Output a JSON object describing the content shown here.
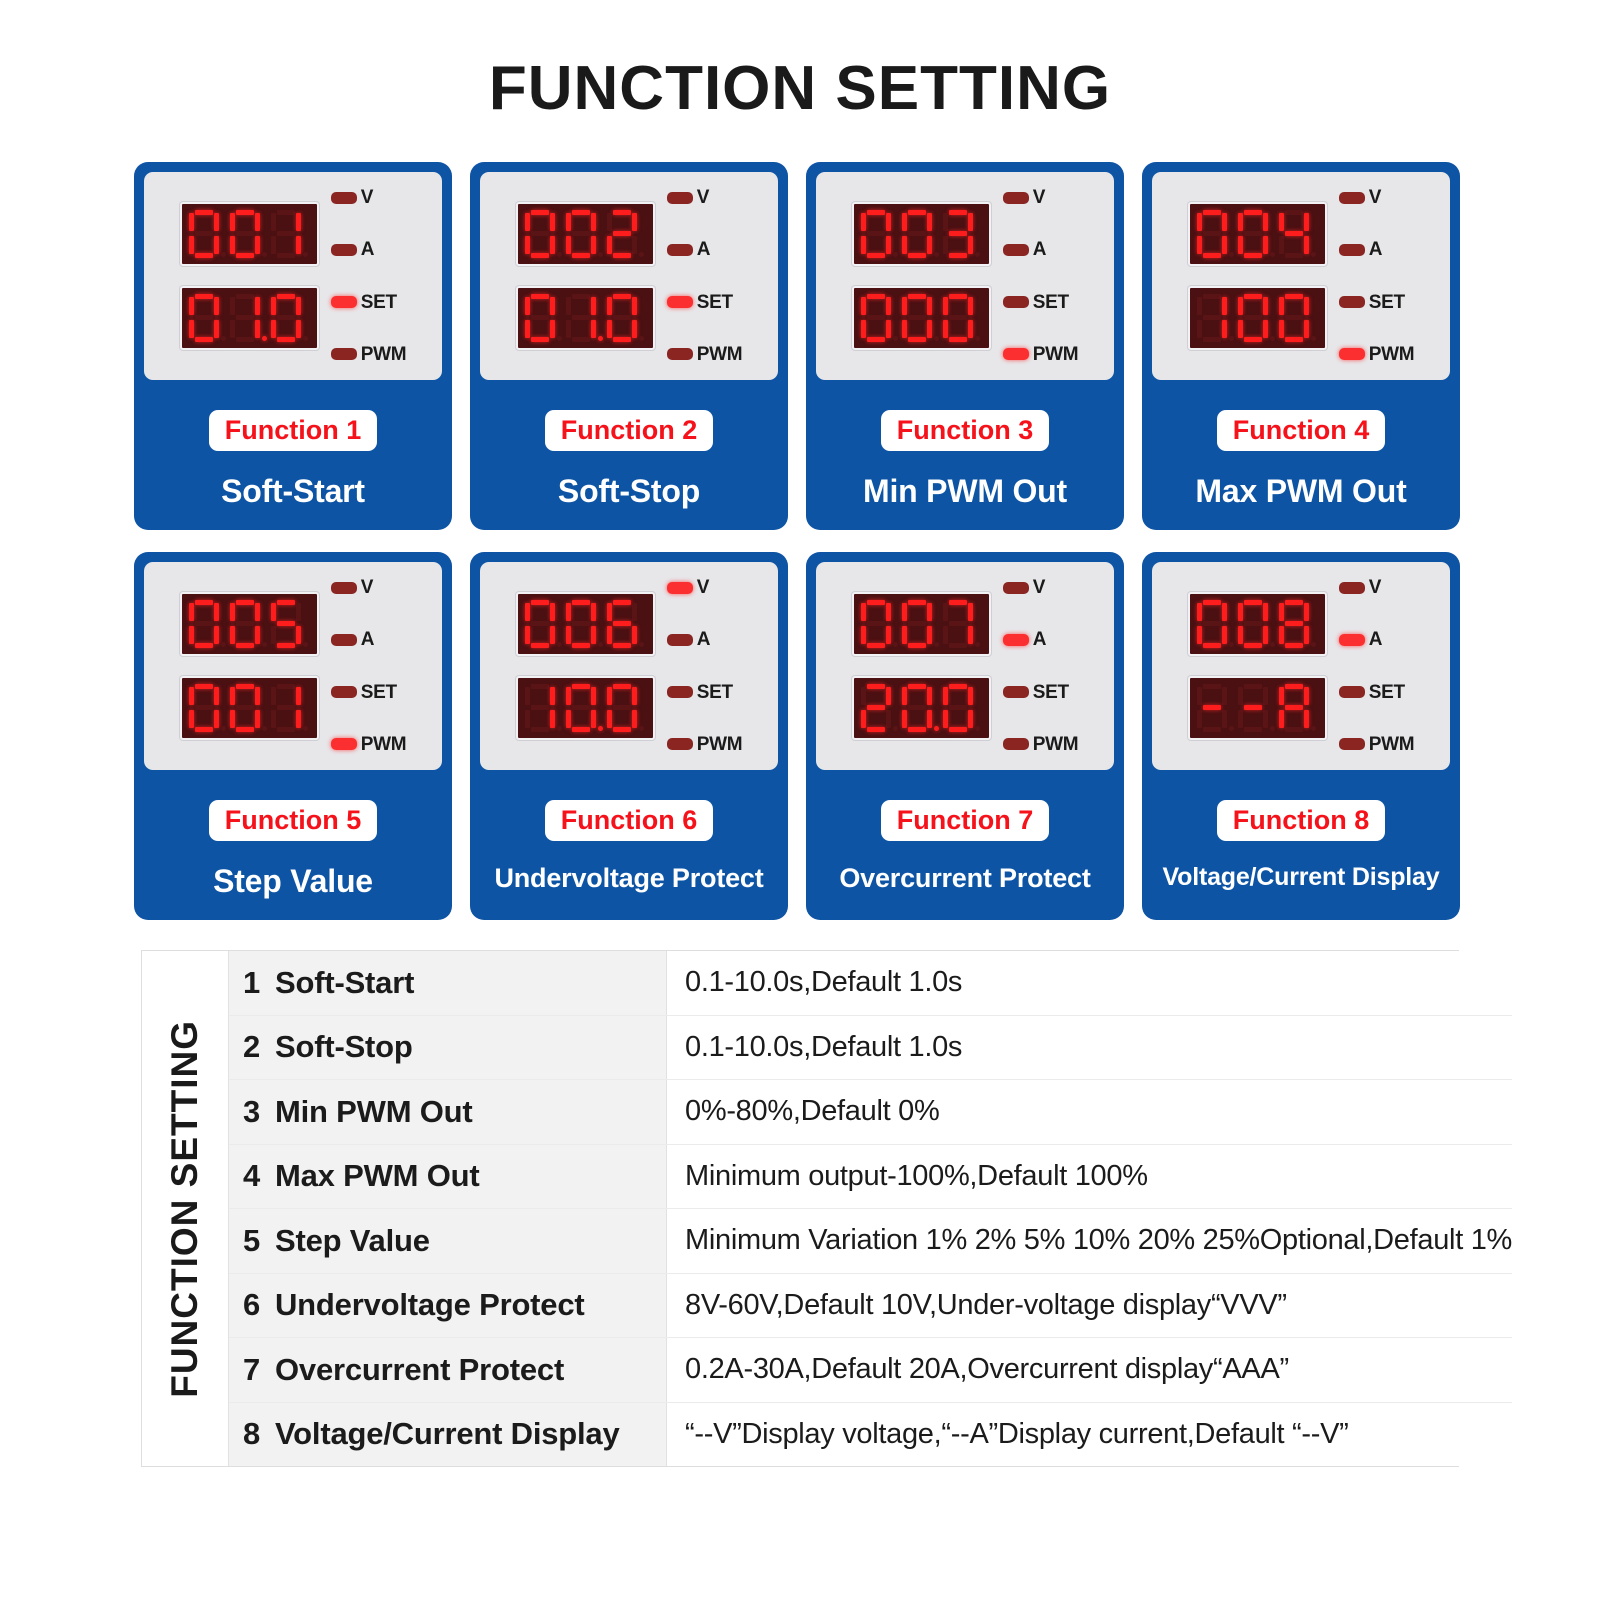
{
  "page_title": "FUNCTION SETTING",
  "indicator_labels": [
    "V",
    "A",
    "SET",
    "PWM"
  ],
  "colors": {
    "card_blue": "#0d55a4",
    "panel_gray": "#e7e7ea",
    "led_on": "#fb2f2f",
    "led_off": "#8a2522",
    "segment_on": "#fe1d1d",
    "segment_off": "#5a1416",
    "display_bg": "#4a1012",
    "badge_text_red": "#f5121a"
  },
  "cards": [
    {
      "badge": "Function 1",
      "name": "Soft-Start",
      "top_display": "001",
      "bottom_display": "01.0",
      "leds": {
        "V": false,
        "A": false,
        "SET": true,
        "PWM": false
      }
    },
    {
      "badge": "Function 2",
      "name": "Soft-Stop",
      "top_display": "002",
      "bottom_display": "01.0",
      "leds": {
        "V": false,
        "A": false,
        "SET": true,
        "PWM": false
      }
    },
    {
      "badge": "Function 3",
      "name": "Min PWM Out",
      "top_display": "003",
      "bottom_display": "000",
      "leds": {
        "V": false,
        "A": false,
        "SET": false,
        "PWM": true
      }
    },
    {
      "badge": "Function 4",
      "name": "Max PWM Out",
      "top_display": "004",
      "bottom_display": "100",
      "leds": {
        "V": false,
        "A": false,
        "SET": false,
        "PWM": true
      }
    },
    {
      "badge": "Function 5",
      "name": "Step Value",
      "top_display": "005",
      "bottom_display": "001",
      "leds": {
        "V": false,
        "A": false,
        "SET": false,
        "PWM": true
      }
    },
    {
      "badge": "Function 6",
      "name": "Undervoltage Protect",
      "top_display": "006",
      "bottom_display": "10.0",
      "leds": {
        "V": true,
        "A": false,
        "SET": false,
        "PWM": false
      }
    },
    {
      "badge": "Function 7",
      "name": "Overcurrent Protect",
      "top_display": "007",
      "bottom_display": "20.0",
      "leds": {
        "V": false,
        "A": true,
        "SET": false,
        "PWM": false
      }
    },
    {
      "badge": "Function 8",
      "name": "Voltage/Current Display",
      "top_display": "008",
      "bottom_display": "--A",
      "leds": {
        "V": false,
        "A": true,
        "SET": false,
        "PWM": false
      }
    }
  ],
  "table": {
    "vertical_header": "FUNCTION SETTING",
    "rows": [
      {
        "index": "1",
        "name": "Soft-Start",
        "desc": "0.1-10.0s,Default 1.0s"
      },
      {
        "index": "2",
        "name": "Soft-Stop",
        "desc": "0.1-10.0s,Default 1.0s"
      },
      {
        "index": "3",
        "name": "Min PWM Out",
        "desc": "0%-80%,Default 0%"
      },
      {
        "index": "4",
        "name": "Max PWM Out",
        "desc": "Minimum output-100%,Default 100%"
      },
      {
        "index": "5",
        "name": "Step Value",
        "desc": "Minimum Variation 1% 2% 5% 10% 20% 25%Optional,Default 1%"
      },
      {
        "index": "6",
        "name": "Undervoltage Protect",
        "desc": "8V-60V,Default 10V,Under-voltage display“VVV”"
      },
      {
        "index": "7",
        "name": "Overcurrent Protect",
        "desc": "0.2A-30A,Default 20A,Overcurrent display“AAA”"
      },
      {
        "index": "8",
        "name": "Voltage/Current Display",
        "desc": "“--V”Display voltage,“--A”Display current,Default “--V”"
      }
    ]
  }
}
